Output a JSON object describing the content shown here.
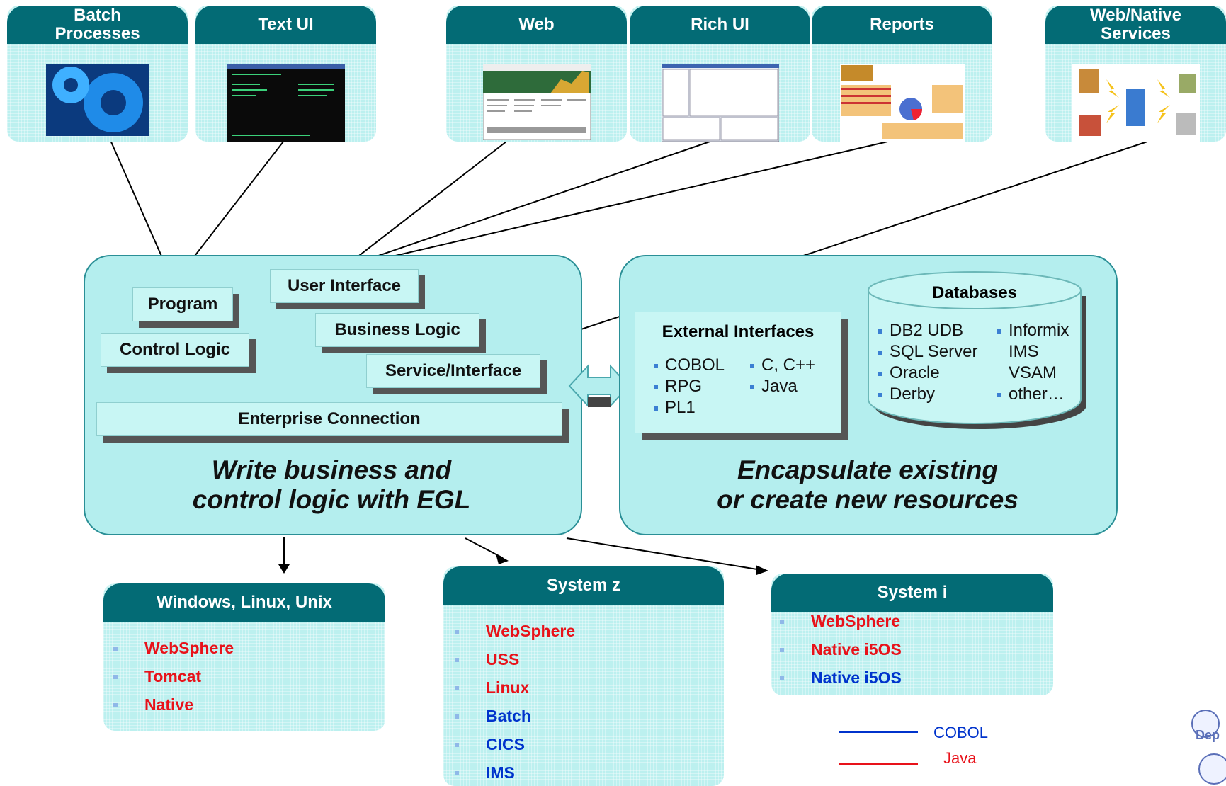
{
  "top_boxes": [
    {
      "label": "Batch\nProcesses"
    },
    {
      "label": "Text UI"
    },
    {
      "label": "Web"
    },
    {
      "label": "Rich UI"
    },
    {
      "label": "Reports"
    },
    {
      "label": "Web/Native\nServices"
    }
  ],
  "left_panel": {
    "program": "Program",
    "control_logic": "Control Logic",
    "user_interface": "User Interface",
    "business_logic": "Business Logic",
    "service_interface": "Service/Interface",
    "enterprise_connection": "Enterprise Connection",
    "caption_line1": "Write business and",
    "caption_line2": "control logic with EGL"
  },
  "right_panel": {
    "external_title": "External Interfaces",
    "external_col1": [
      "COBOL",
      "RPG",
      "PL1"
    ],
    "external_col2": [
      "C, C++",
      "Java"
    ],
    "db_title": "Databases",
    "db_col1": [
      "DB2 UDB",
      "SQL Server",
      "Oracle",
      "Derby"
    ],
    "db_col2": [
      "Informix",
      "IMS",
      "VSAM",
      "other…"
    ],
    "caption_line1": "Encapsulate existing",
    "caption_line2": "or create new resources"
  },
  "platforms": {
    "wlu": {
      "title": "Windows, Linux, Unix",
      "items": [
        {
          "text": "WebSphere",
          "lang": "java"
        },
        {
          "text": "Tomcat",
          "lang": "java"
        },
        {
          "text": "Native",
          "lang": "java"
        }
      ]
    },
    "systemz": {
      "title": "System z",
      "items": [
        {
          "text": "WebSphere",
          "lang": "java"
        },
        {
          "text": "USS",
          "lang": "java"
        },
        {
          "text": "Linux",
          "lang": "java"
        },
        {
          "text": "Batch",
          "lang": "cobol"
        },
        {
          "text": "CICS",
          "lang": "cobol"
        },
        {
          "text": "IMS",
          "lang": "cobol"
        }
      ]
    },
    "systemi": {
      "title": "System i",
      "items": [
        {
          "text": "WebSphere",
          "lang": "java"
        },
        {
          "text": "Native i5OS",
          "lang": "java"
        },
        {
          "text": "Native i5OS",
          "lang": "cobol"
        }
      ]
    }
  },
  "legend": {
    "cobol": "COBOL",
    "java": "Java"
  },
  "corner_text": "Dep",
  "colors": {
    "cobol": "#0033cc",
    "java": "#e8121a",
    "tab": "#036b75"
  }
}
